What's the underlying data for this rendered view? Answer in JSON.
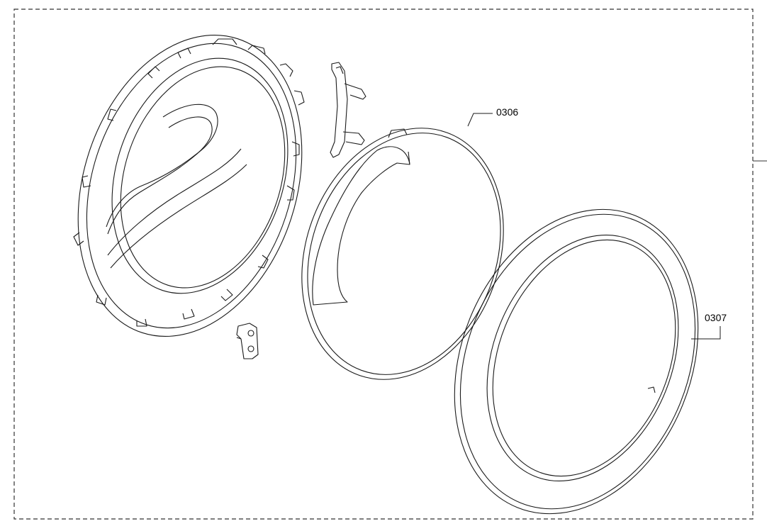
{
  "diagram": {
    "callouts": [
      {
        "id": "door-seal-glass",
        "label": "0306"
      },
      {
        "id": "outer-door-ring",
        "label": "0307"
      }
    ],
    "colors": {
      "line": "#1a1a1a",
      "border_dash": "#333333",
      "background": "#ffffff"
    }
  }
}
